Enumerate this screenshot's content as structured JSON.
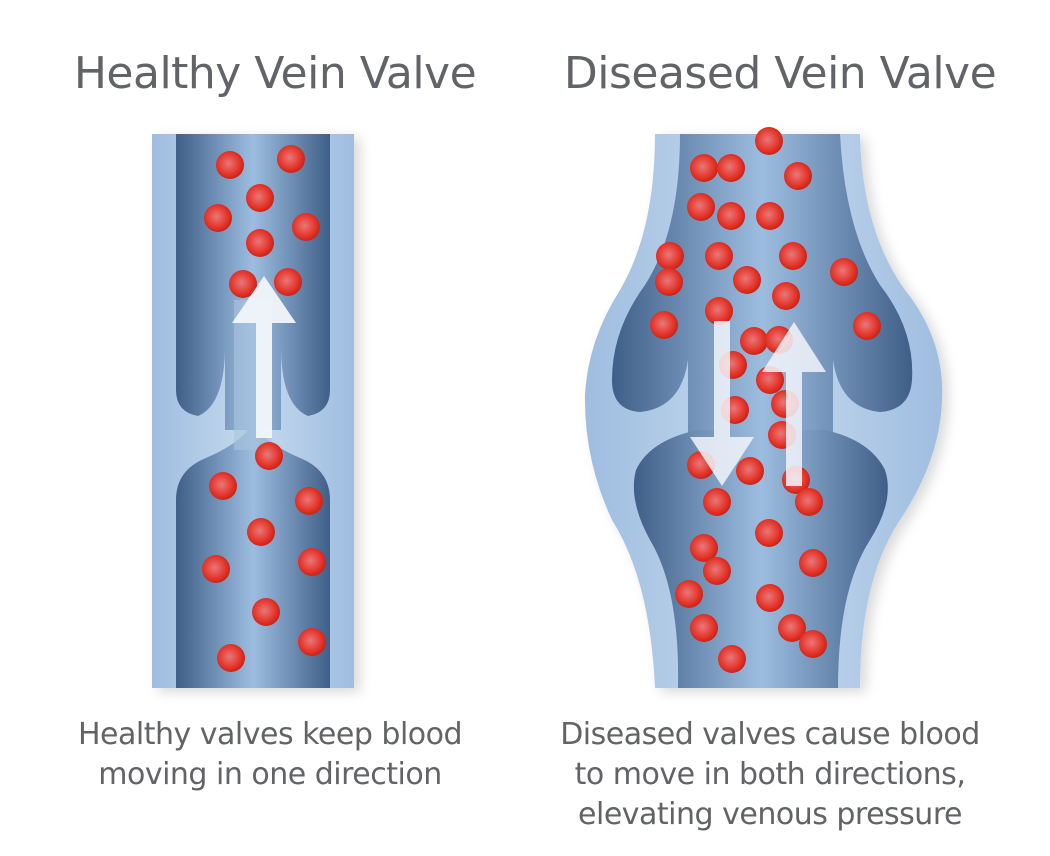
{
  "panels": [
    {
      "title": "Healthy Vein Valve",
      "caption_lines": [
        "Healthy valves keep blood",
        "moving in one direction"
      ],
      "flow_arrows": [
        "up"
      ]
    },
    {
      "title": "Diseased Vein Valve",
      "caption_lines": [
        "Diseased valves cause blood",
        "to move in both directions,",
        "elevating venous pressure"
      ],
      "flow_arrows": [
        "down",
        "up"
      ]
    }
  ],
  "colors": {
    "text": "#626366",
    "vein_wall": "#a9c4e0",
    "vein_lumen_dark": "#4d6d95",
    "vein_lumen_light": "#9dbde0",
    "blood_cell": "#e8372c",
    "arrow": "#f2f5fa"
  }
}
